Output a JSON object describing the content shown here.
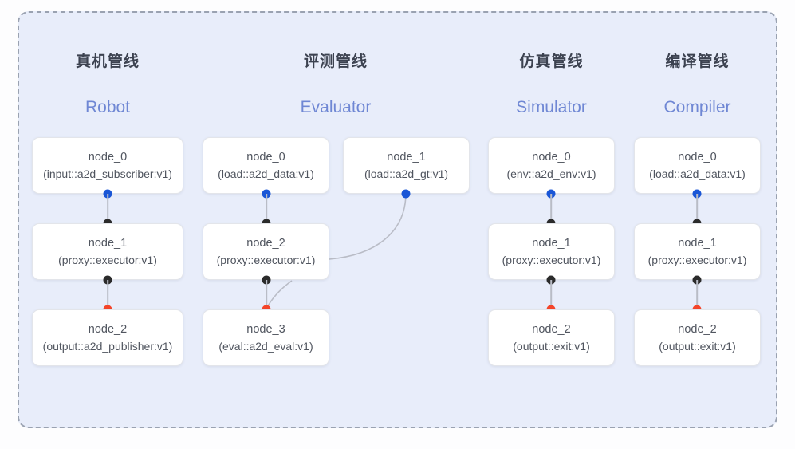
{
  "diagram": {
    "panel_border_style": "dashed",
    "panel_background": "#e8edfa",
    "port_colors": {
      "input": "#1a56d6",
      "middle": "#2b2b2b",
      "output": "#f4452a"
    },
    "subtitle_color": "#6f87d4",
    "title_color": "#3c4250"
  },
  "columns": [
    {
      "id": "robot",
      "title": "真机管线",
      "subtitle": "Robot",
      "nodes": [
        {
          "name": "node_0",
          "spec": "(input::a2d_subscriber:v1)"
        },
        {
          "name": "node_1",
          "spec": "(proxy::executor:v1)"
        },
        {
          "name": "node_2",
          "spec": "(output::a2d_publisher:v1)"
        }
      ]
    },
    {
      "id": "evaluator",
      "title": "评测管线",
      "subtitle": "Evaluator",
      "nodes": [
        {
          "name": "node_0",
          "spec": "(load::a2d_data:v1)"
        },
        {
          "name": "node_2",
          "spec": "(proxy::executor:v1)"
        },
        {
          "name": "node_3",
          "spec": "(eval::a2d_eval:v1)"
        }
      ],
      "side_node": {
        "name": "node_1",
        "spec": "(load::a2d_gt:v1)"
      }
    },
    {
      "id": "simulator",
      "title": "仿真管线",
      "subtitle": "Simulator",
      "nodes": [
        {
          "name": "node_0",
          "spec": "(env::a2d_env:v1)"
        },
        {
          "name": "node_1",
          "spec": "(proxy::executor:v1)"
        },
        {
          "name": "node_2",
          "spec": "(output::exit:v1)"
        }
      ]
    },
    {
      "id": "compiler",
      "title": "编译管线",
      "subtitle": "Compiler",
      "nodes": [
        {
          "name": "node_0",
          "spec": "(load::a2d_data:v1)"
        },
        {
          "name": "node_1",
          "spec": "(proxy::executor:v1)"
        },
        {
          "name": "node_2",
          "spec": "(output::exit:v1)"
        }
      ]
    }
  ]
}
